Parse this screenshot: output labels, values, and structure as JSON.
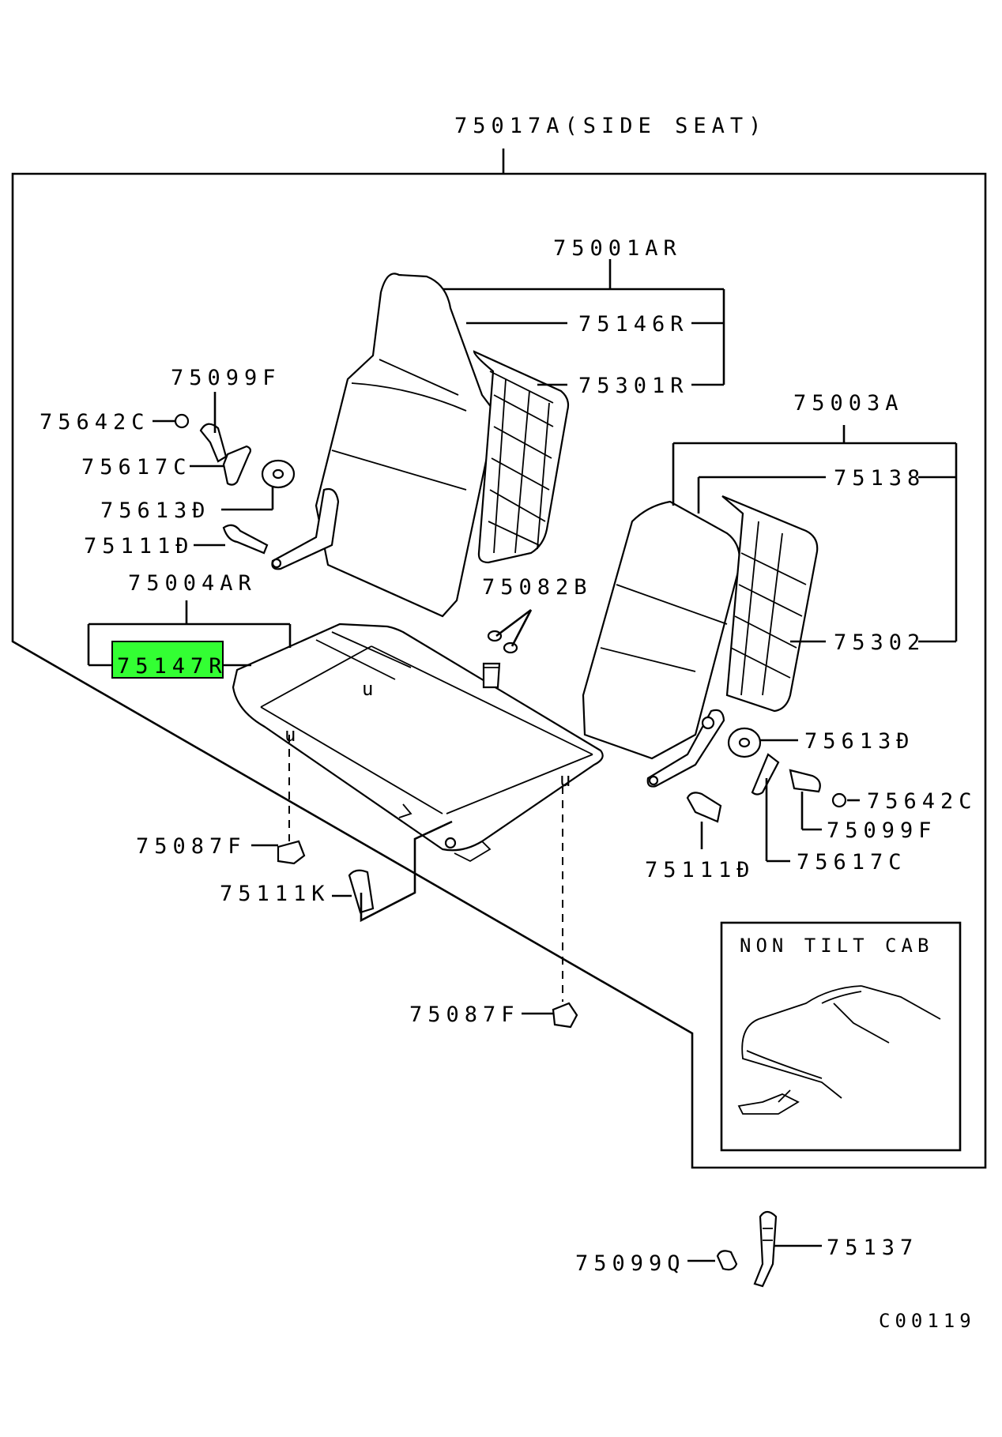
{
  "diagram": {
    "assembly_label": "75017A(SIDE SEAT)",
    "highlight_color": "#33ff33",
    "parts": {
      "p75001AR": "75001AR",
      "p75146R": "75146R",
      "p75301R": "75301R",
      "p75099F_left": "75099F",
      "p75642C_left": "75642C",
      "p75617C_left": "75617C",
      "p75613D_left": "75613Đ",
      "p75111D_left": "75111Đ",
      "p75004AR": "75004AR",
      "p75147R": "75147R",
      "p75082B": "75082B",
      "p75003A": "75003A",
      "p75138": "75138",
      "p75302": "75302",
      "p75613D_right": "75613Đ",
      "p75642C_right": "75642C",
      "p75099F_right": "75099F",
      "p75617C_right": "75617C",
      "p75111D_right": "75111Đ",
      "p75087F_left": "75087F",
      "p75111K": "75111K",
      "p75087F_bottom": "75087F",
      "p75099Q": "75099Q",
      "p75137": "75137"
    },
    "inset_title": "NON TILT CAB",
    "figure_code": "C00119"
  }
}
